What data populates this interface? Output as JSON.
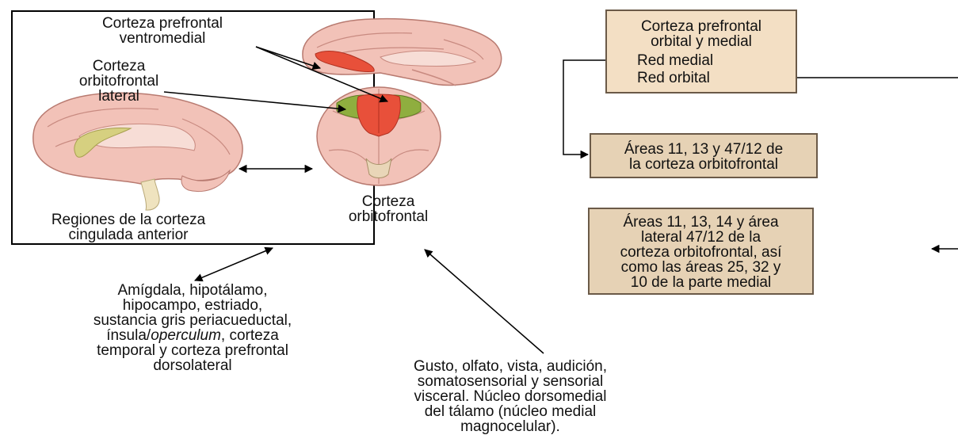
{
  "diagram": {
    "box_labels": {
      "vm_pfc": [
        "Corteza prefrontal",
        "ventromedial"
      ],
      "lateral_ofc": [
        "Corteza",
        "orbitofrontal",
        "lateral"
      ],
      "cingulate": [
        "Regiones de la corteza",
        "cingulada anterior"
      ],
      "ofc": [
        "Corteza",
        "orbitofrontal"
      ]
    },
    "right_panel": {
      "header": [
        "Corteza prefrontal",
        "orbital y medial"
      ],
      "network_medial": "Red medial",
      "network_orbital": "Red orbital",
      "areas_medial": [
        "Áreas 11, 13 y 47/12 de",
        "la corteza orbitofrontal"
      ],
      "areas_orbital": [
        "Áreas 11, 13, 14 y área",
        "lateral 47/12 de la",
        "corteza orbitofrontal, así",
        "como las áreas 25, 32 y",
        "10 de la parte medial"
      ]
    },
    "connections_text": {
      "amygdala_group": {
        "line1": "Amígdala, hipotálamo,",
        "line2": "hipocampo, estriado,",
        "line3": "sustancia gris periacueductal,",
        "line4_pre": "ínsula/",
        "line4_italic": "operculum",
        "line4_post": ", corteza",
        "line5": "temporal y corteza prefrontal",
        "line6": "dorsolateral"
      },
      "sensory_group": [
        "Gusto, olfato, vista, audición,",
        "somatosensorial y sensorial",
        "visceral. Núcleo dorsomedial",
        "del tálamo (núcleo medial",
        "magnocelular)."
      ]
    },
    "colors": {
      "box_fill": "#f3dfc4",
      "box_border": "#6b5a48",
      "brain_pink": "#f0b8ad",
      "highlight_red": "#e8503a",
      "highlight_green": "#8fae3f",
      "highlight_yellow": "#d6d080"
    }
  }
}
